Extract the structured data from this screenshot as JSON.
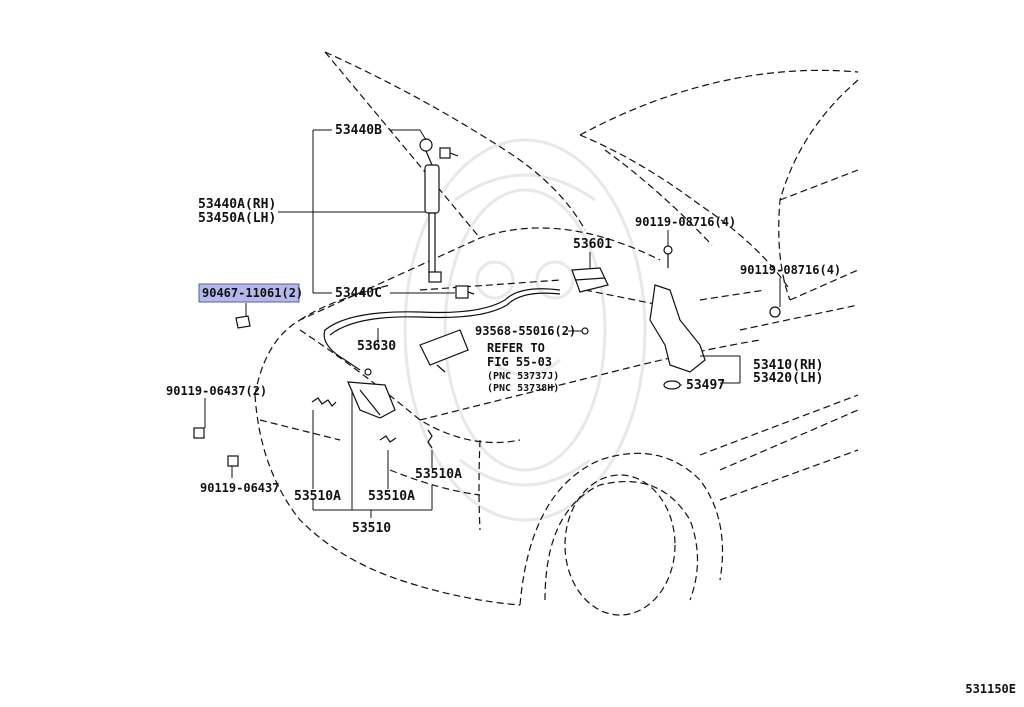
{
  "labels": {
    "l_53440B": "53440B",
    "l_53440A": "53440A(RH)",
    "l_53450A": "53450A(LH)",
    "l_53440C": "53440C",
    "l_90467": "90467-11061(2)",
    "l_53630": "53630",
    "l_90119_a": "90119-06437(2)",
    "l_90119_b": "90119-06437",
    "l_53510A_1": "53510A",
    "l_53510A_2": "53510A",
    "l_53510A_3": "53510A",
    "l_53510": "53510",
    "l_53601": "53601",
    "l_93568": "93568-55016(2)",
    "l_refer1": "REFER TO",
    "l_refer2": "FIG 55-03",
    "l_refer3": "(PNC 53737J)",
    "l_refer4": "(PNC 53738H)",
    "l_90119_08716_a": "90119-08716(4)",
    "l_90119_08716_b": "90119-08716(4)",
    "l_53410": "53410(RH)",
    "l_53420": "53420(LH)",
    "l_53497": "53497",
    "l_code": "531150E"
  },
  "colors": {
    "highlight": "#b4b8ea",
    "line": "#111111"
  }
}
